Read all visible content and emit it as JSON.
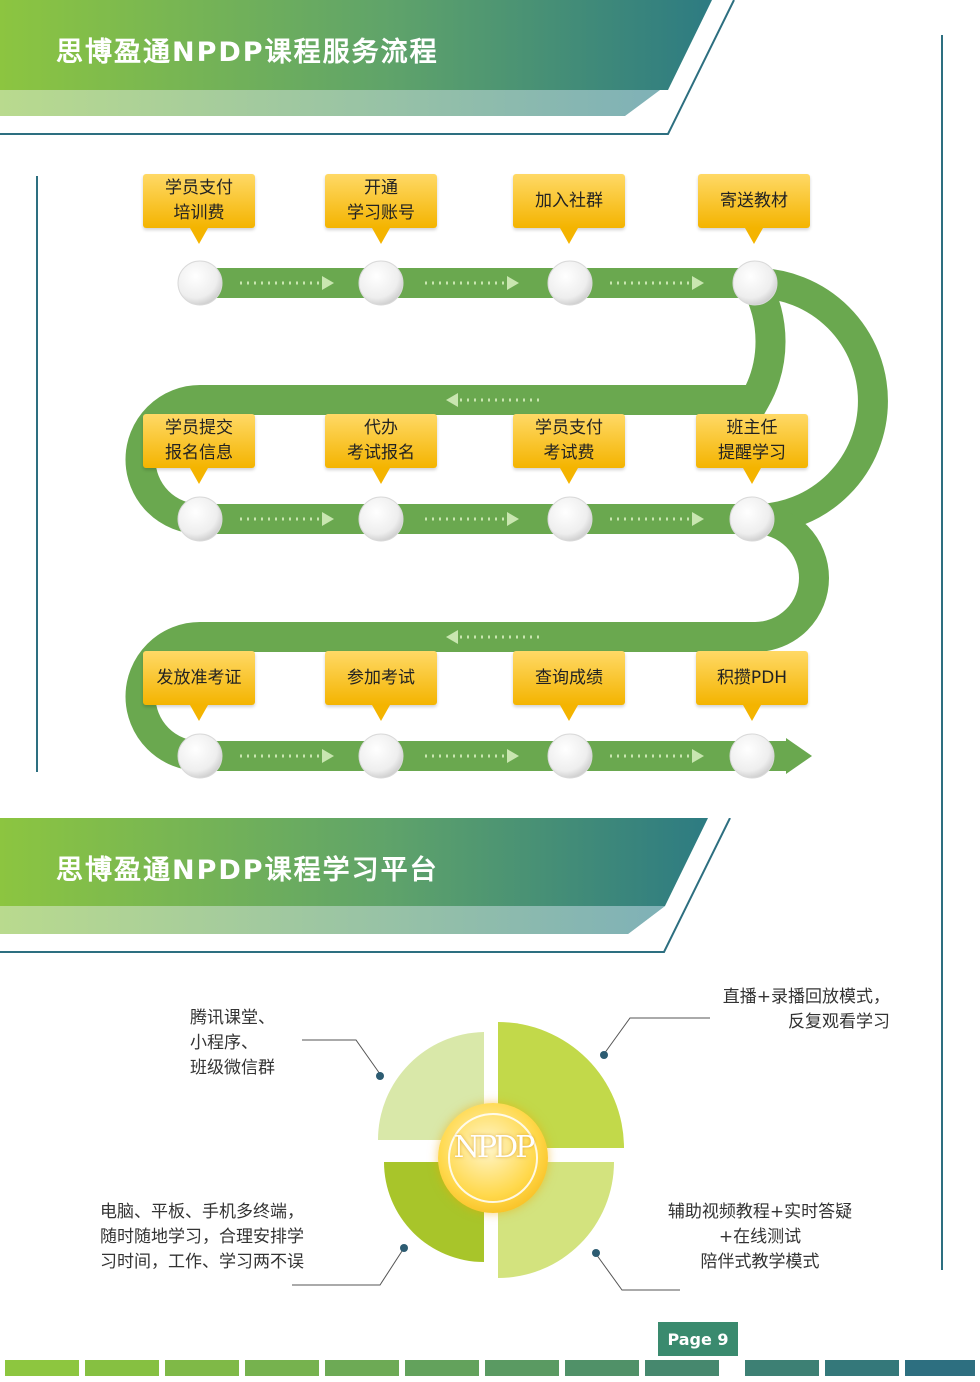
{
  "section_process": {
    "title": "思博盈通NPDP课程服务流程"
  },
  "steps": [
    {
      "label": "学员支付\n培训费"
    },
    {
      "label": "开通\n学习账号"
    },
    {
      "label": "加入社群"
    },
    {
      "label": "寄送教材"
    },
    {
      "label": "学员提交\n报名信息"
    },
    {
      "label": "代办\n考试报名"
    },
    {
      "label": "学员支付\n考试费"
    },
    {
      "label": "班主任\n提醒学习"
    },
    {
      "label": "发放准考证"
    },
    {
      "label": "参加考试"
    },
    {
      "label": "查询成绩"
    },
    {
      "label": "积攒PDH"
    }
  ],
  "section_platform": {
    "title": "思博盈通NPDP课程学习平台"
  },
  "platform": {
    "top_left": "腾讯课堂、\n小程序、\n班级微信群",
    "top_right": "直播+录播回放模式，\n反复观看学习",
    "bottom_left": "电脑、平板、手机多终端，\n随时随地学习，合理安排学\n习时间，工作、学习两不误",
    "bottom_right": "辅助视频教程+实时答疑\n+在线测试\n陪伴式教学模式",
    "logo_letters": "NPDP",
    "logo_icon": "npdp-seal-logo"
  },
  "footer": {
    "page_label": "Page 9"
  },
  "colors": {
    "green_light": "#8dc63f",
    "teal": "#2d6f80",
    "path_green": "#6aa84f",
    "bubble_yellow": "#f4b400"
  }
}
